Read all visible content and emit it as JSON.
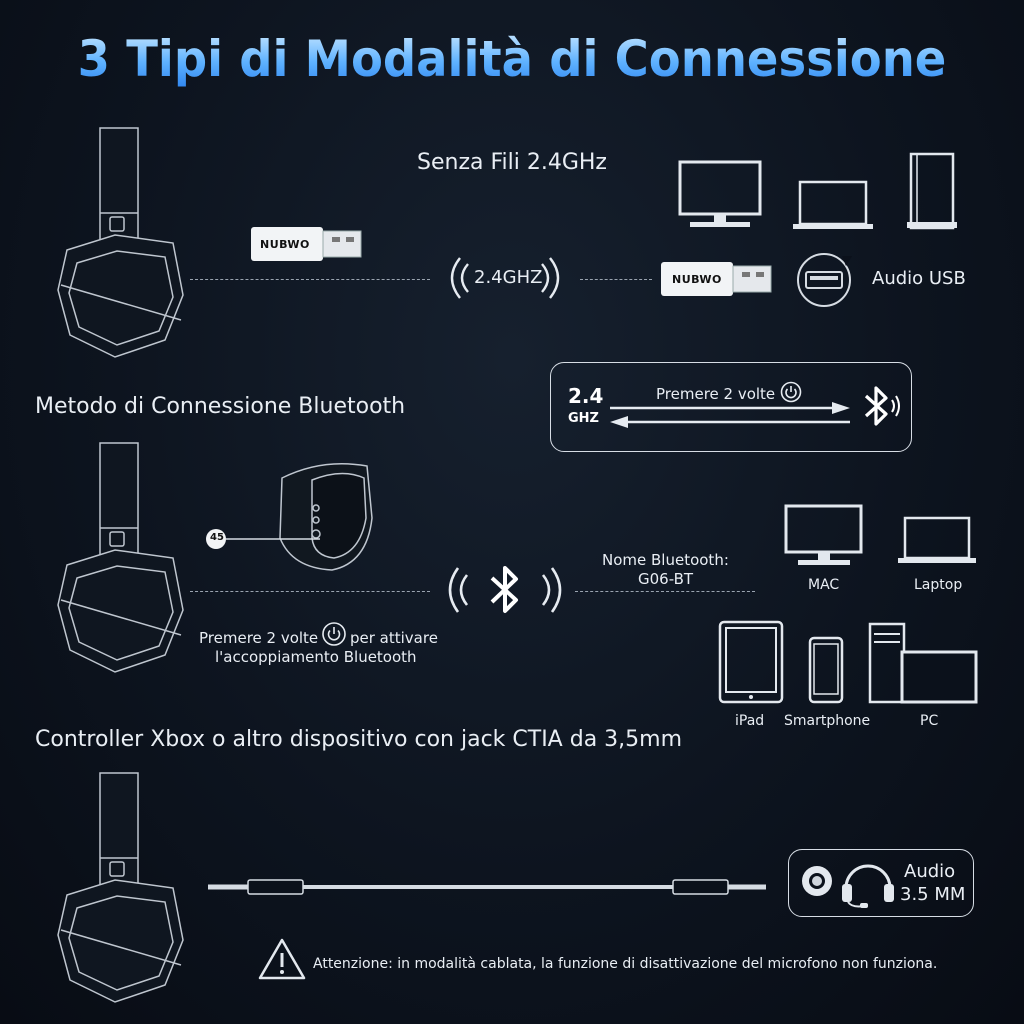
{
  "title": "3 Tipi di Modalità di Connessione",
  "wireless": {
    "heading": "Senza Fili 2.4GHz",
    "dongle_brand": "NUBWO",
    "signal_label": "2.4GHZ",
    "usb_label": "Audio USB"
  },
  "bluetooth": {
    "heading": "Metodo di Connessione Bluetooth",
    "switch_box": {
      "left_top": "2.4",
      "left_bottom": "GHZ",
      "instruction": "Premere 2 volte"
    },
    "callout_number": "45",
    "bt_name_label": "Nome Bluetooth:",
    "bt_name_value": "G06-BT",
    "pair_line1_prefix": "Premere 2 volte",
    "pair_line1_suffix": "per attivare",
    "pair_line2": "l'accoppiamento Bluetooth",
    "devices": [
      "MAC",
      "Laptop",
      "iPad",
      "Smartphone",
      "PC"
    ]
  },
  "wired": {
    "heading": "Controller Xbox o altro dispositivo con jack CTIA da 3,5mm",
    "audio_line1": "Audio",
    "audio_line2": "3.5 MM",
    "warning": "Attenzione: in modalità cablata, la funzione di disattivazione del microfono non funziona."
  },
  "colors": {
    "accent": "#4aa3ff",
    "background": "#0b111b",
    "text": "#e9eef4"
  }
}
